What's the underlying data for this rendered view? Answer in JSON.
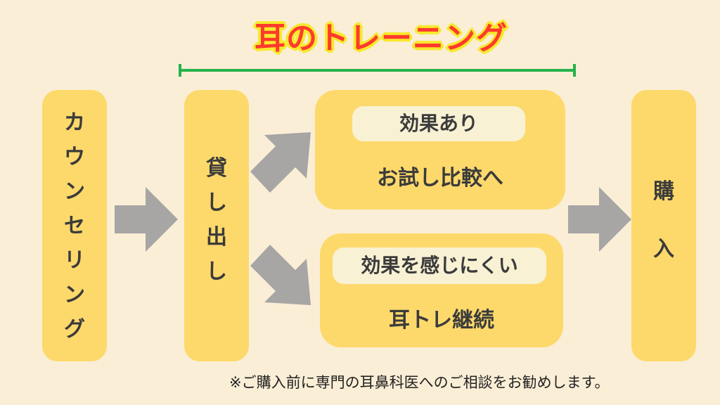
{
  "title": "耳のトレーニング",
  "colors": {
    "background": "#faeed6",
    "box": "#fdd96b",
    "pill": "#f8f1d4",
    "arrow": "#a7a6a5",
    "bracket": "#25b24b",
    "title_text": "#ff3a2c",
    "title_outline": "#f7e92e"
  },
  "steps": {
    "counseling": [
      "カ",
      "ウ",
      "ン",
      "セ",
      "リ",
      "ン",
      "グ"
    ],
    "lending": [
      "貸",
      "し",
      "出",
      "し"
    ],
    "purchase": [
      "購",
      "入"
    ]
  },
  "outcomes": {
    "effective": {
      "pill": "効果あり",
      "action": "お試し比較へ"
    },
    "not_effective": {
      "pill": "効果を感じにくい",
      "action": "耳トレ継続"
    }
  },
  "note": "※ご購入前に専門の耳鼻科医へのご相談をお勧めします。"
}
